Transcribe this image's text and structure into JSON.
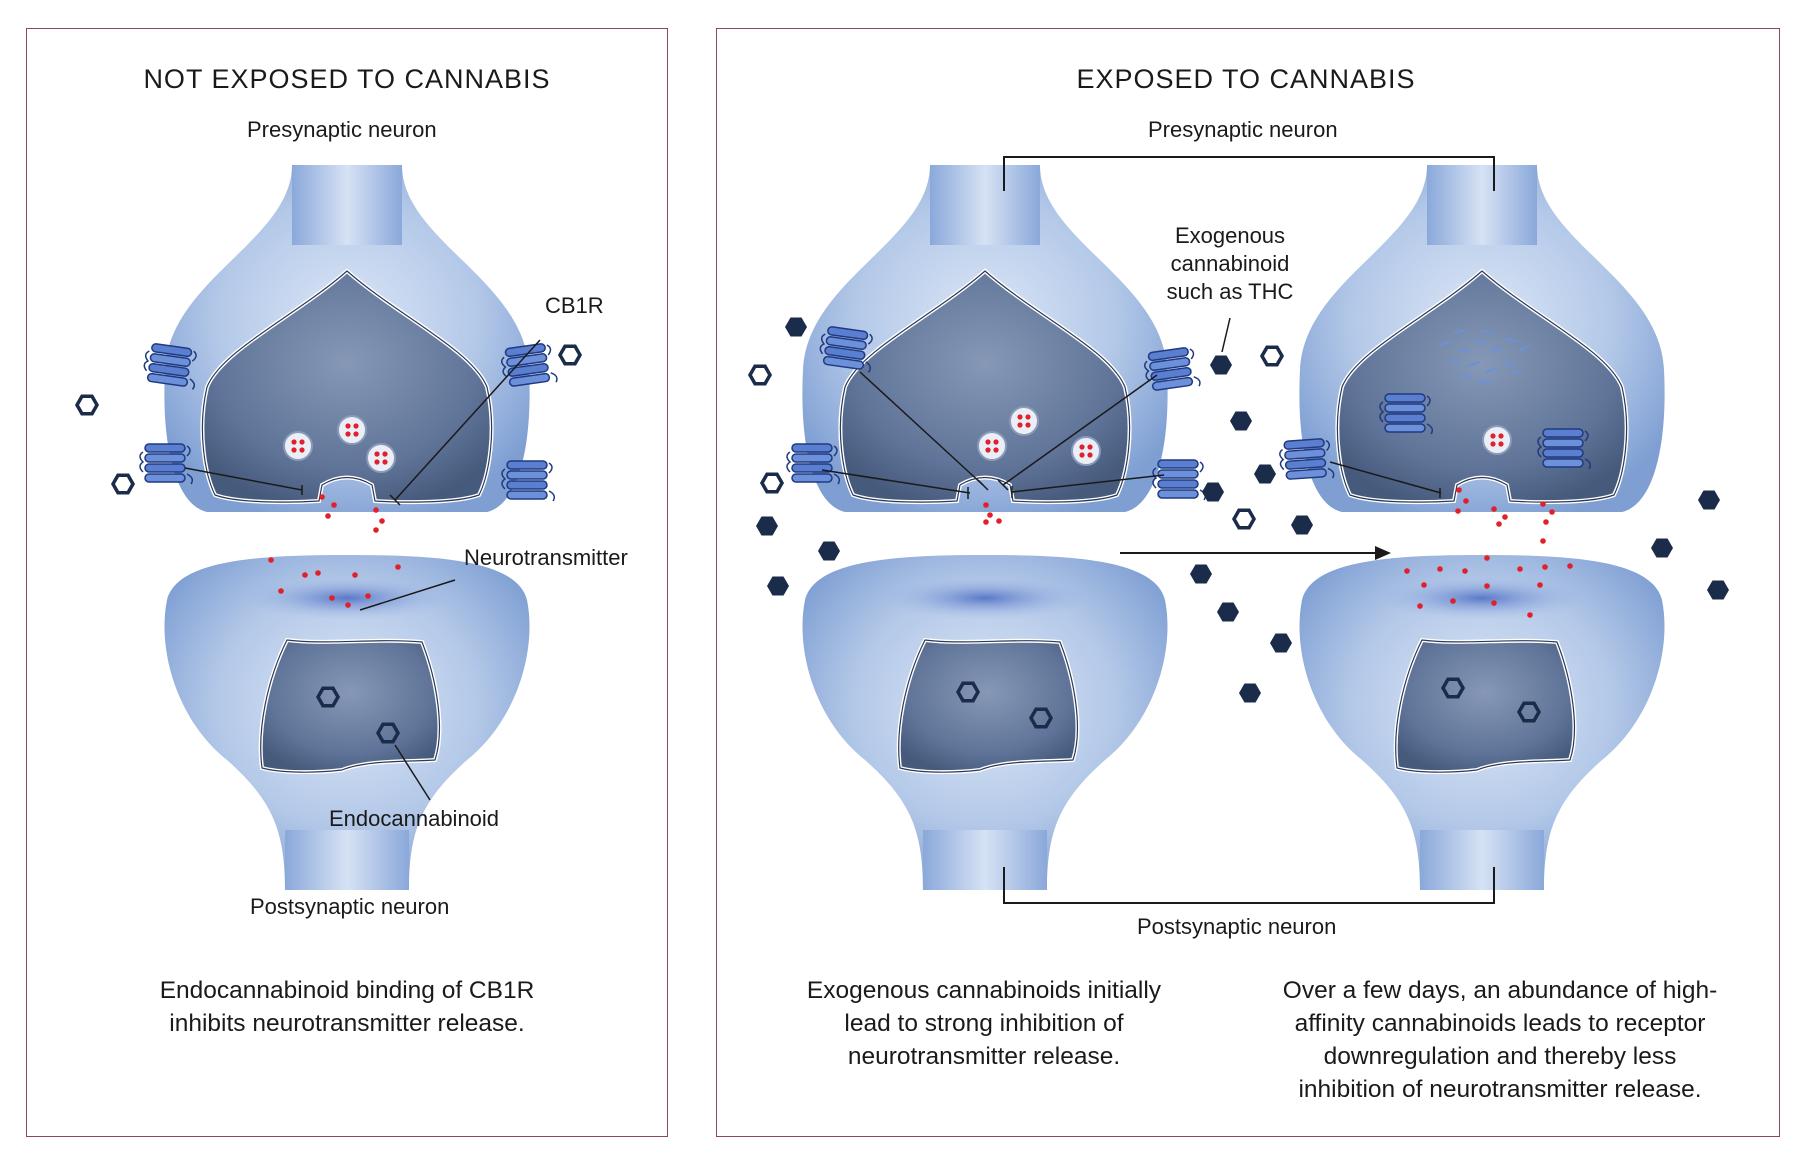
{
  "left_panel": {
    "title": "NOT EXPOSED TO CANNABIS",
    "presynaptic_label": "Presynaptic neuron",
    "postsynaptic_label": "Postsynaptic neuron",
    "cb1r_label": "CB1R",
    "neurotransmitter_label": "Neurotransmitter",
    "endocannabinoid_label": "Endocannabinoid",
    "caption_line1": "Endocannabinoid binding of CB1R",
    "caption_line2": "inhibits neurotransmitter release."
  },
  "right_panel": {
    "title": "EXPOSED TO CANNABIS",
    "presynaptic_label": "Presynaptic neuron",
    "postsynaptic_label": "Postsynaptic neuron",
    "exogenous_line1": "Exogenous",
    "exogenous_line2": "cannabinoid",
    "exogenous_line3": "such as THC",
    "caption_initial_line1": "Exogenous cannabinoids initially",
    "caption_initial_line2": "lead to strong inhibition of",
    "caption_initial_line3": "neurotransmitter release.",
    "caption_later_line1": "Over a few days, an abundance of high-",
    "caption_later_line2": "affinity cannabinoids leads to receptor",
    "caption_later_line3": "downregulation and thereby less",
    "caption_later_line4": "inhibition of neurotransmitter release."
  },
  "colors": {
    "panel_border": "#8a4a55",
    "neuron_fill": "#a9c2e6",
    "neuron_core": "#5d7296",
    "receptor": "#5a7fd0",
    "neurotransmitter": "#e0202b",
    "exogenous_cannabinoid": "#1b2b4a",
    "endocannabinoid_outline": "#1b2b4a"
  },
  "icons": {
    "endocannabinoid": "hexagon-outline-icon",
    "exogenous_cannabinoid": "hexagon-filled-icon",
    "receptor": "cb1r-receptor-icon",
    "vesicle": "vesicle-icon"
  }
}
